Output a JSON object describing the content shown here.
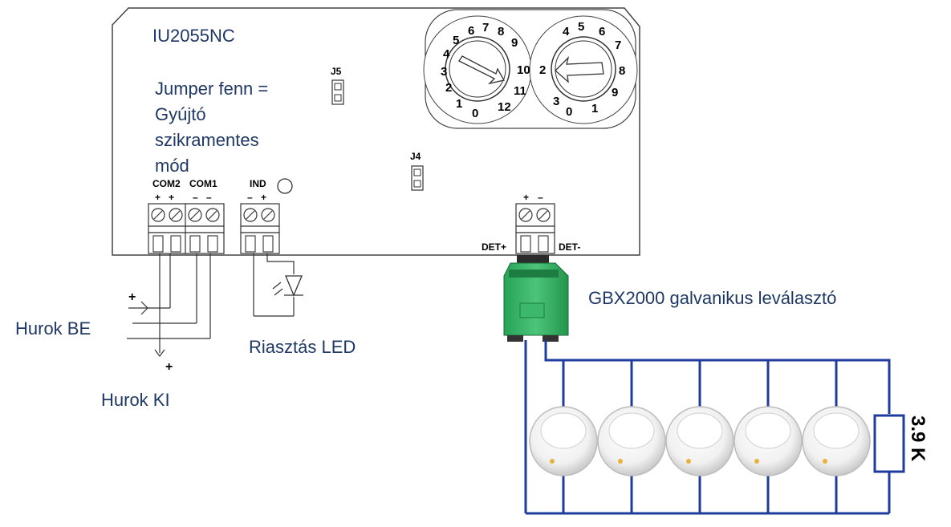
{
  "module": {
    "name": "IU2055NC"
  },
  "jumpers": {
    "j5": "J5",
    "j4": "J4"
  },
  "jumper_note": [
    "Jumper fenn =",
    "Gyújtó",
    "szikramentes",
    "mód"
  ],
  "terminals": {
    "com2": "COM2",
    "com1": "COM1",
    "ind": "IND",
    "plus": "+",
    "minus": "–",
    "det_plus": "DET+",
    "det_minus": "DET-"
  },
  "rotary_left": [
    "0",
    "1",
    "2",
    "3",
    "4",
    "5",
    "6",
    "7",
    "8",
    "9",
    "10",
    "11",
    "12"
  ],
  "rotary_right": [
    "0",
    "2",
    "4",
    "5",
    "6",
    "7",
    "8",
    "9",
    "1",
    "3"
  ],
  "labels": {
    "loop_in": "Hurok BE",
    "loop_out": "Hurok KI",
    "alarm_led": "Riasztás LED",
    "isolator": "GBX2000 galvanikus leválasztó",
    "resistor": "3.9 K",
    "plus_sign": "+"
  },
  "colors": {
    "bus": "#1f3c9c",
    "label_text": "#1f3864",
    "isolator_green": "#2fae5c"
  },
  "detector_count": 5
}
